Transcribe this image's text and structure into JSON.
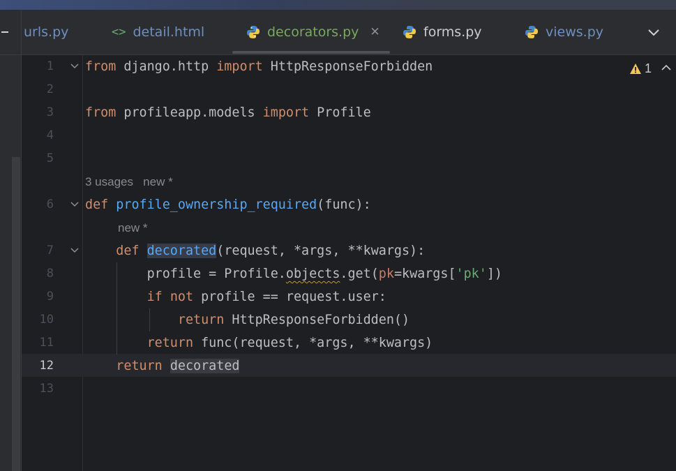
{
  "tabs": [
    {
      "label": "urls.py",
      "icon": "python-icon",
      "active": false
    },
    {
      "label": "detail.html",
      "icon": "html-tag-icon",
      "active": false
    },
    {
      "label": "decorators.py",
      "icon": "python-icon",
      "active": true
    },
    {
      "label": "forms.py",
      "icon": "python-icon",
      "active": false
    },
    {
      "label": "views.py",
      "icon": "python-icon",
      "active": false
    }
  ],
  "inspections": {
    "warning_count": "1"
  },
  "hints": {
    "usages": "3 usages",
    "new_author_1": "new *",
    "new_author_2": "new *"
  },
  "line_numbers": [
    "1",
    "2",
    "3",
    "4",
    "5",
    "6",
    "7",
    "8",
    "9",
    "10",
    "11",
    "12",
    "13"
  ],
  "current_line": "12",
  "code": {
    "l1": {
      "kw1": "from",
      "mod": " django.http ",
      "kw2": "import",
      "name": " HttpResponseForbidden"
    },
    "l3": {
      "kw1": "from",
      "mod": " profileapp.models ",
      "kw2": "import",
      "name": " Profile"
    },
    "l6": {
      "kw": "def",
      "fn": "profile_ownership_required",
      "rest": "(func):"
    },
    "l7": {
      "kw": "def",
      "fn": "decorated",
      "rest": "(request, *args, **kwargs):"
    },
    "l8": {
      "a": "profile = Profile.",
      "b": "objects",
      "c": ".get(",
      "d": "pk",
      "e": "=kwargs[",
      "f": "'pk'",
      "g": "])"
    },
    "l9": {
      "kw1": "if",
      "kw2": "not",
      "rest": " profile == request.user:"
    },
    "l10": {
      "kw": "return",
      "rest": " HttpResponseForbidden()"
    },
    "l11": {
      "kw": "return",
      "rest": " func(request, *args, **kwargs)"
    },
    "l12": {
      "kw": "return",
      "name": "decorated"
    }
  },
  "colors": {
    "keyword": "#cf8e6d",
    "function": "#56a8f5",
    "string": "#6aab73",
    "text": "#bcbec4",
    "warning": "#f2c55c"
  }
}
